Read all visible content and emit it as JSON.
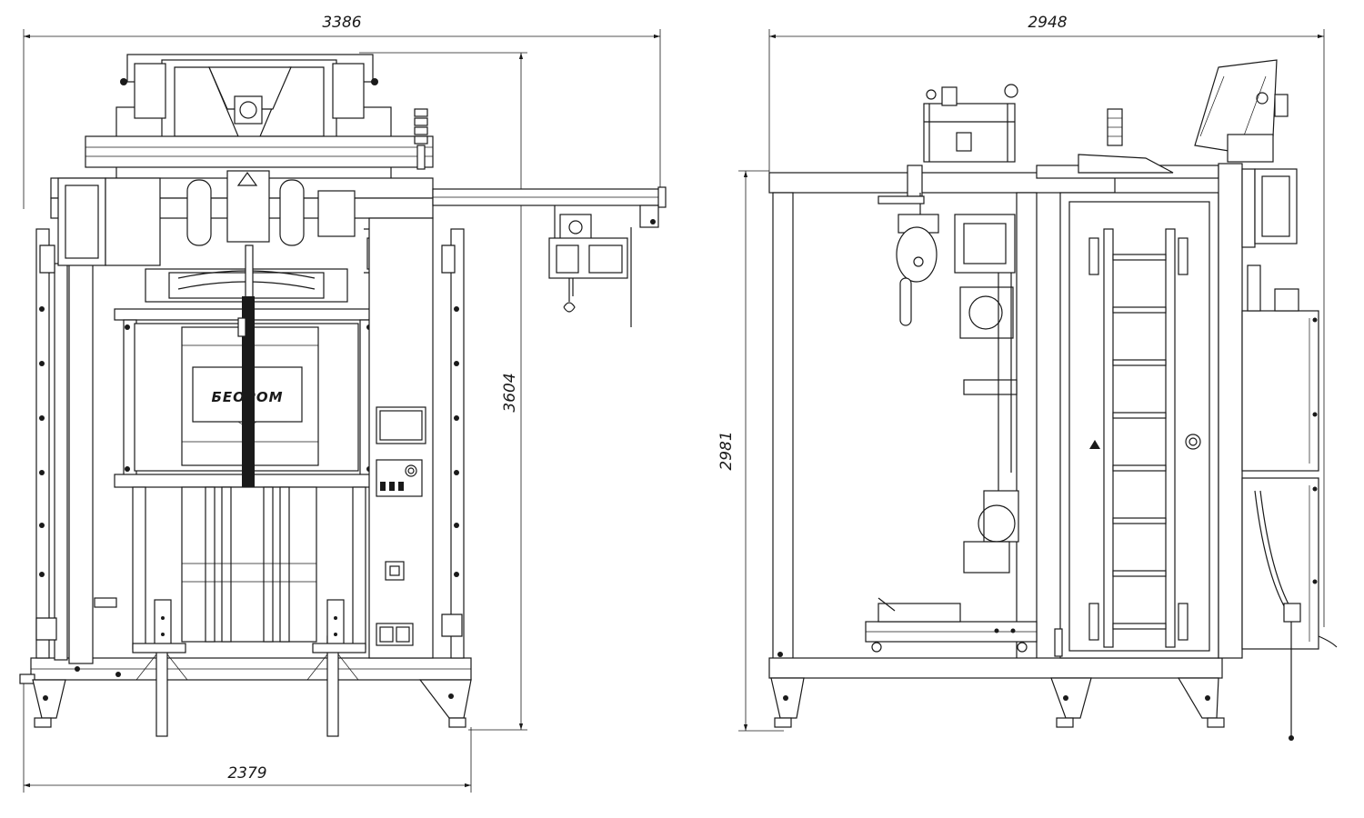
{
  "front_view": {
    "dim_top": "3386",
    "dim_height": "3604",
    "dim_bottom": "2379",
    "brand_label": "БЕОРОМ"
  },
  "side_view": {
    "dim_top": "2948",
    "dim_height": "2981"
  }
}
